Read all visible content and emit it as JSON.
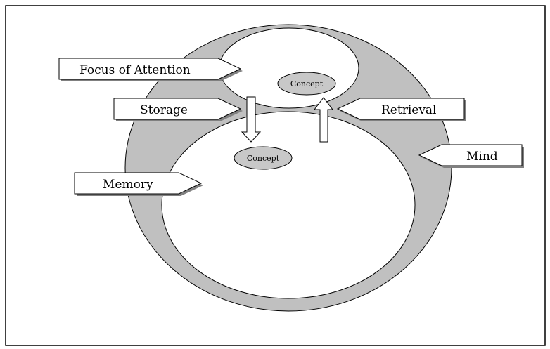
{
  "diagram": {
    "labels": {
      "focus": "Focus of Attention",
      "storage": "Storage",
      "retrieval": "Retrieval",
      "mind": "Mind",
      "memory": "Memory"
    },
    "concept_top": "Concept",
    "concept_bottom": "Concept"
  },
  "colors": {
    "mind_fill": "#c0c0c0",
    "concept_fill": "#c8c8c8",
    "shadow": "#808080"
  }
}
